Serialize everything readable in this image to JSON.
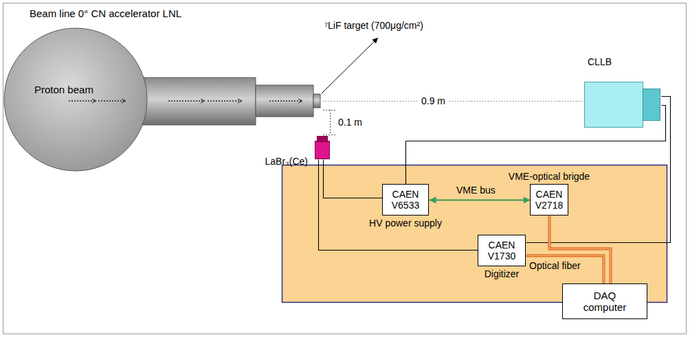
{
  "diagram": {
    "title": "Beam line 0° CN accelerator LNL",
    "nodes": [
      {
        "text": [
          "Proton beam"
        ]
      },
      {
        "text": [
          "CLLB"
        ]
      },
      {
        "text": [
          "LaBr₃(Ce)"
        ]
      },
      {
        "text": [
          "CAEN V6533",
          "HV power supply"
        ]
      },
      {
        "text": [
          "VME-optical brigde",
          "CAEN V2718"
        ]
      },
      {
        "text": [
          "CAEN V1730",
          "Digitizer"
        ]
      },
      {
        "text": [
          "DAQ computer"
        ]
      }
    ],
    "edges": [
      {
        "from": 3,
        "to": 4,
        "label": "VME bus",
        "arrow": "both"
      },
      {
        "from": 3,
        "to": 1,
        "arrow": "none"
      },
      {
        "from": 3,
        "to": 2,
        "arrow": "none"
      },
      {
        "from": 2,
        "to": 5,
        "arrow": "none"
      },
      {
        "from": 1,
        "to": 5,
        "arrow": "none"
      },
      {
        "from": 4,
        "to": 6,
        "arrow": "none"
      },
      {
        "from": 5,
        "to": 6,
        "label": "Optical fiber",
        "arrow": "none"
      }
    ],
    "labels": [
      "⁷LiF target (700μg/cm²)",
      "0.9 m",
      "0.1 m"
    ]
  }
}
